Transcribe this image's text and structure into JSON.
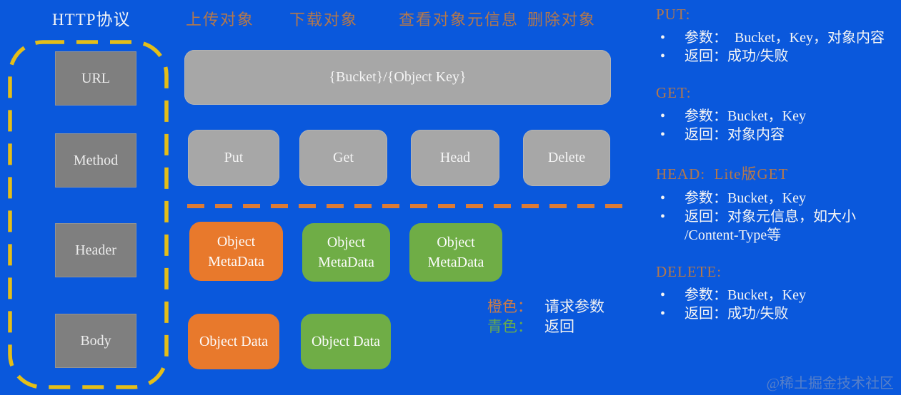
{
  "colors": {
    "background": "#0a58dc",
    "gray_box": "#a7a7a7",
    "dark_gray_box": "#7f7f7f",
    "orange_box": "#e8792c",
    "green_box": "#6fad46",
    "yellow_dashed_border": "#e4be18",
    "orange_dashed_divider": "#dd7b35",
    "orange_label_text": "#b5784b",
    "body_text": "#f5f5f5"
  },
  "left_panel": {
    "title": "HTTP协议",
    "boxes": [
      "URL",
      "Method",
      "Header",
      "Body"
    ]
  },
  "top_labels": [
    "上传对象",
    "下载对象",
    "查看对象元信息",
    "删除对象"
  ],
  "request_line": {
    "bucket_key_box": "{Bucket}/{Object Key}",
    "method_boxes": [
      "Put",
      "Get",
      "Head",
      "Delete"
    ]
  },
  "payload": {
    "metadata_boxes": [
      {
        "label": "Object MetaData",
        "role": "request"
      },
      {
        "label": "Object MetaData",
        "role": "response"
      },
      {
        "label": "Object MetaData",
        "role": "response"
      }
    ],
    "data_boxes": [
      {
        "label": "Object Data",
        "role": "request"
      },
      {
        "label": "Object Data",
        "role": "response"
      }
    ]
  },
  "legend": {
    "items": [
      {
        "swatch": "橙色：",
        "meaning": "请求参数"
      },
      {
        "swatch": "青色：",
        "meaning": "返回"
      }
    ]
  },
  "api_notes": {
    "sections": [
      {
        "heading": "PUT:",
        "bullets": [
          "参数：  Bucket，Key，对象内容",
          "返回：成功/失败"
        ]
      },
      {
        "heading": "GET:",
        "bullets": [
          "参数：Bucket，Key",
          "返回：对象内容"
        ]
      },
      {
        "heading": "HEAD:  Lite版GET",
        "bullets": [
          "参数：Bucket，Key",
          "返回：对象元信息，如大小 /Content-Type等"
        ]
      },
      {
        "heading": "DELETE:",
        "bullets": [
          "参数：Bucket，Key",
          "返回：成功/失败"
        ]
      }
    ]
  },
  "watermark": "@稀土掘金技术社区"
}
